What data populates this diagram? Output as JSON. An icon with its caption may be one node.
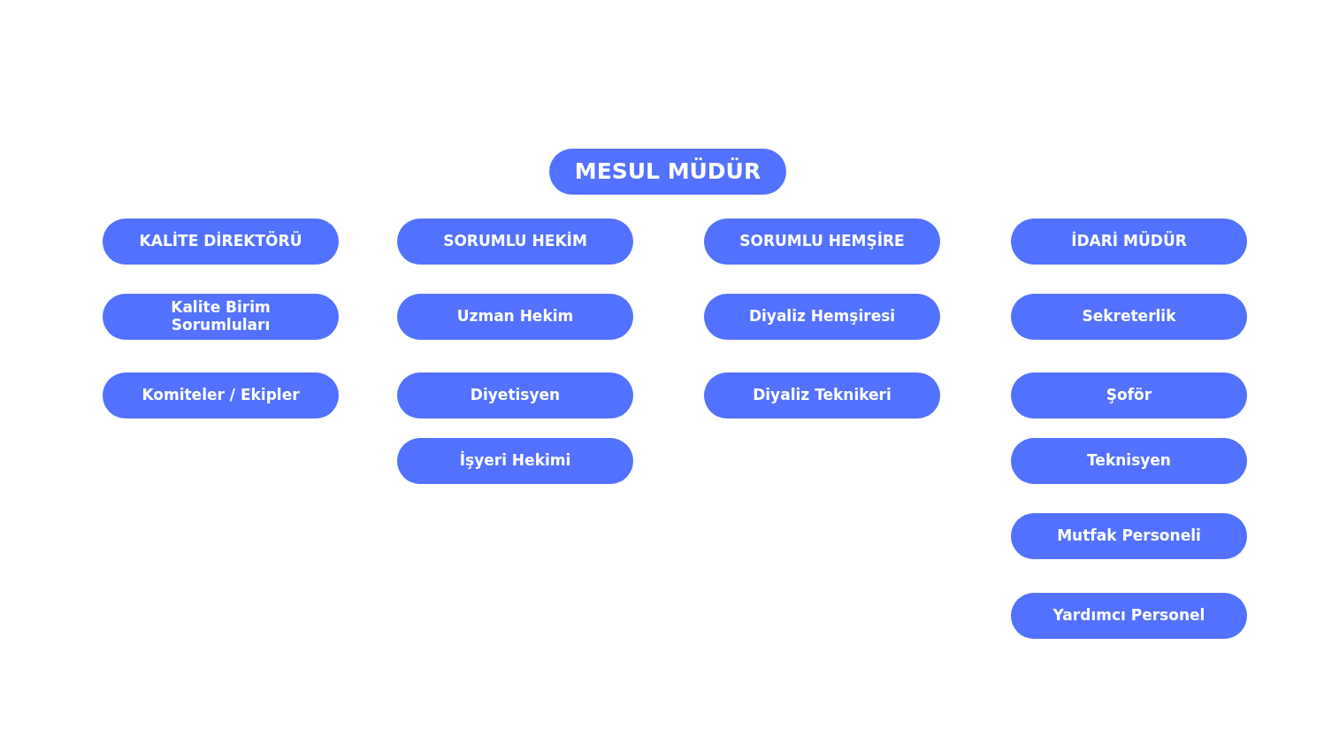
{
  "diagram": {
    "nodes": [
      {
        "text": [
          "MESUL MÜDÜR"
        ]
      },
      {
        "text": [
          "KALİTE DİREKTÖRÜ"
        ]
      },
      {
        "text": [
          "Kalite Birim Sorumluları"
        ]
      },
      {
        "text": [
          "Komiteler / Ekipler"
        ]
      },
      {
        "text": [
          "SORUMLU HEKİM"
        ]
      },
      {
        "text": [
          "Uzman Hekim"
        ]
      },
      {
        "text": [
          "Diyetisyen"
        ]
      },
      {
        "text": [
          "İşyeri Hekimi"
        ]
      },
      {
        "text": [
          "SORUMLU HEMŞİRE"
        ]
      },
      {
        "text": [
          "Diyaliz Hemşiresi"
        ]
      },
      {
        "text": [
          "Diyaliz Teknikeri"
        ]
      },
      {
        "text": [
          "İDARİ MÜDÜR"
        ]
      },
      {
        "text": [
          "Sekreterlik"
        ]
      },
      {
        "text": [
          "Şoför"
        ]
      },
      {
        "text": [
          "Teknisyen"
        ]
      },
      {
        "text": [
          "Mutfak Personeli"
        ]
      },
      {
        "text": [
          "Yardımcı Personel"
        ]
      }
    ]
  }
}
